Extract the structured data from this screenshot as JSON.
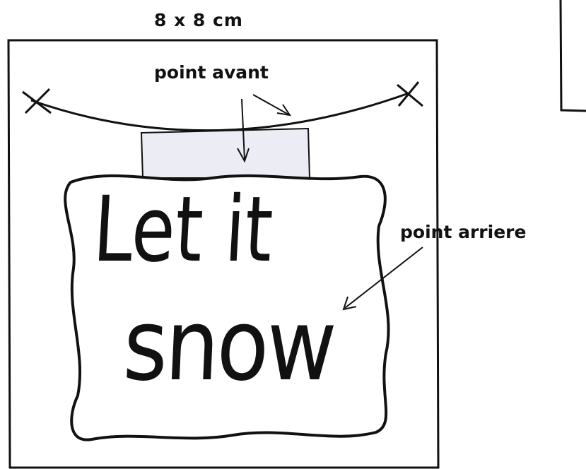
{
  "dimensions_label": "8 x 8 cm",
  "stitch_labels": {
    "front": "point avant",
    "back": "point arriere"
  },
  "sign_text": {
    "line1": "Let it",
    "line2": "snow"
  },
  "colors": {
    "ink": "#111111",
    "hanger_fill": "#ececf4",
    "paper": "#ffffff"
  }
}
